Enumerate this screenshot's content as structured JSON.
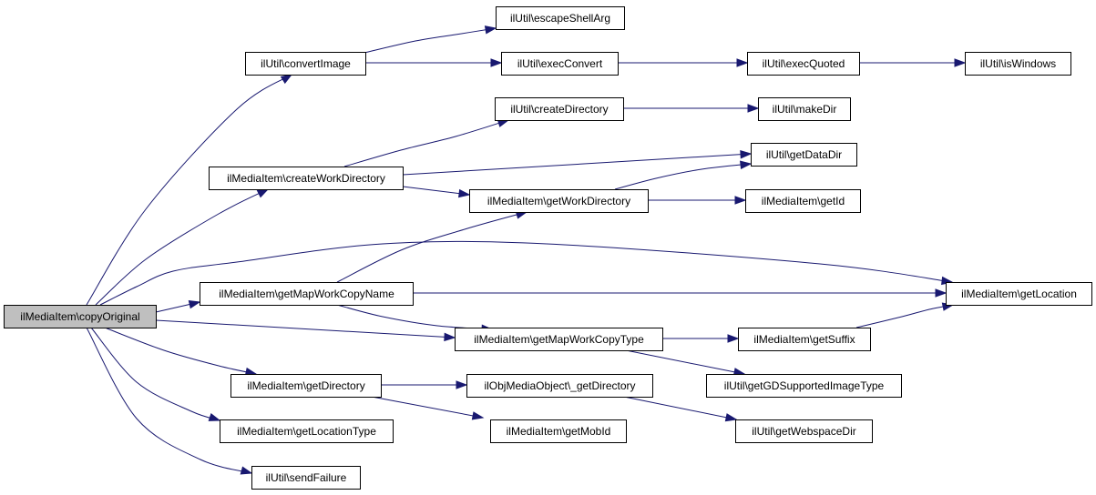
{
  "graph": {
    "nodes": [
      {
        "id": "copyOriginal",
        "label": "ilMediaItem\\copyOriginal",
        "highlighted": true
      },
      {
        "id": "convertImage",
        "label": "ilUtil\\convertImage"
      },
      {
        "id": "escapeShellArg",
        "label": "ilUtil\\escapeShellArg"
      },
      {
        "id": "execConvert",
        "label": "ilUtil\\execConvert"
      },
      {
        "id": "execQuoted",
        "label": "ilUtil\\execQuoted"
      },
      {
        "id": "isWindows",
        "label": "ilUtil\\isWindows"
      },
      {
        "id": "createDirectory",
        "label": "ilUtil\\createDirectory"
      },
      {
        "id": "makeDir",
        "label": "ilUtil\\makeDir"
      },
      {
        "id": "createWorkDirectory",
        "label": "ilMediaItem\\createWorkDirectory"
      },
      {
        "id": "getDataDir",
        "label": "ilUtil\\getDataDir"
      },
      {
        "id": "getWorkDirectory",
        "label": "ilMediaItem\\getWorkDirectory"
      },
      {
        "id": "getId",
        "label": "ilMediaItem\\getId"
      },
      {
        "id": "getMapWorkCopyName",
        "label": "ilMediaItem\\getMapWorkCopyName"
      },
      {
        "id": "getLocation",
        "label": "ilMediaItem\\getLocation"
      },
      {
        "id": "getMapWorkCopyType",
        "label": "ilMediaItem\\getMapWorkCopyType"
      },
      {
        "id": "getSuffix",
        "label": "ilMediaItem\\getSuffix"
      },
      {
        "id": "getGDSupportedImageType",
        "label": "ilUtil\\getGDSupportedImageType"
      },
      {
        "id": "getDirectory",
        "label": "ilMediaItem\\getDirectory"
      },
      {
        "id": "objGetDirectory",
        "label": "ilObjMediaObject\\_getDirectory"
      },
      {
        "id": "getMobId",
        "label": "ilMediaItem\\getMobId"
      },
      {
        "id": "getWebspaceDir",
        "label": "ilUtil\\getWebspaceDir"
      },
      {
        "id": "getLocationType",
        "label": "ilMediaItem\\getLocationType"
      },
      {
        "id": "sendFailure",
        "label": "ilUtil\\sendFailure"
      }
    ],
    "edges": [
      {
        "from": "copyOriginal",
        "to": "convertImage"
      },
      {
        "from": "copyOriginal",
        "to": "createWorkDirectory"
      },
      {
        "from": "copyOriginal",
        "to": "getLocation"
      },
      {
        "from": "copyOriginal",
        "to": "getMapWorkCopyName"
      },
      {
        "from": "copyOriginal",
        "to": "getMapWorkCopyType"
      },
      {
        "from": "copyOriginal",
        "to": "getDirectory"
      },
      {
        "from": "copyOriginal",
        "to": "getLocationType"
      },
      {
        "from": "copyOriginal",
        "to": "sendFailure"
      },
      {
        "from": "convertImage",
        "to": "escapeShellArg"
      },
      {
        "from": "convertImage",
        "to": "execConvert"
      },
      {
        "from": "execConvert",
        "to": "execQuoted"
      },
      {
        "from": "execQuoted",
        "to": "isWindows"
      },
      {
        "from": "createDirectory",
        "to": "makeDir"
      },
      {
        "from": "createWorkDirectory",
        "to": "createDirectory"
      },
      {
        "from": "createWorkDirectory",
        "to": "getDataDir"
      },
      {
        "from": "createWorkDirectory",
        "to": "getWorkDirectory"
      },
      {
        "from": "getWorkDirectory",
        "to": "getDataDir"
      },
      {
        "from": "getWorkDirectory",
        "to": "getId"
      },
      {
        "from": "getMapWorkCopyName",
        "to": "getWorkDirectory"
      },
      {
        "from": "getMapWorkCopyName",
        "to": "getLocation"
      },
      {
        "from": "getMapWorkCopyName",
        "to": "getMapWorkCopyType"
      },
      {
        "from": "getMapWorkCopyType",
        "to": "getSuffix"
      },
      {
        "from": "getMapWorkCopyType",
        "to": "getGDSupportedImageType"
      },
      {
        "from": "getSuffix",
        "to": "getLocation"
      },
      {
        "from": "getDirectory",
        "to": "objGetDirectory"
      },
      {
        "from": "getDirectory",
        "to": "getMobId"
      },
      {
        "from": "objGetDirectory",
        "to": "getWebspaceDir"
      }
    ]
  },
  "colors": {
    "edge": "#191970",
    "highlighted_fill": "#bfbfbf",
    "node_fill": "#ffffff",
    "node_border": "#000000"
  }
}
